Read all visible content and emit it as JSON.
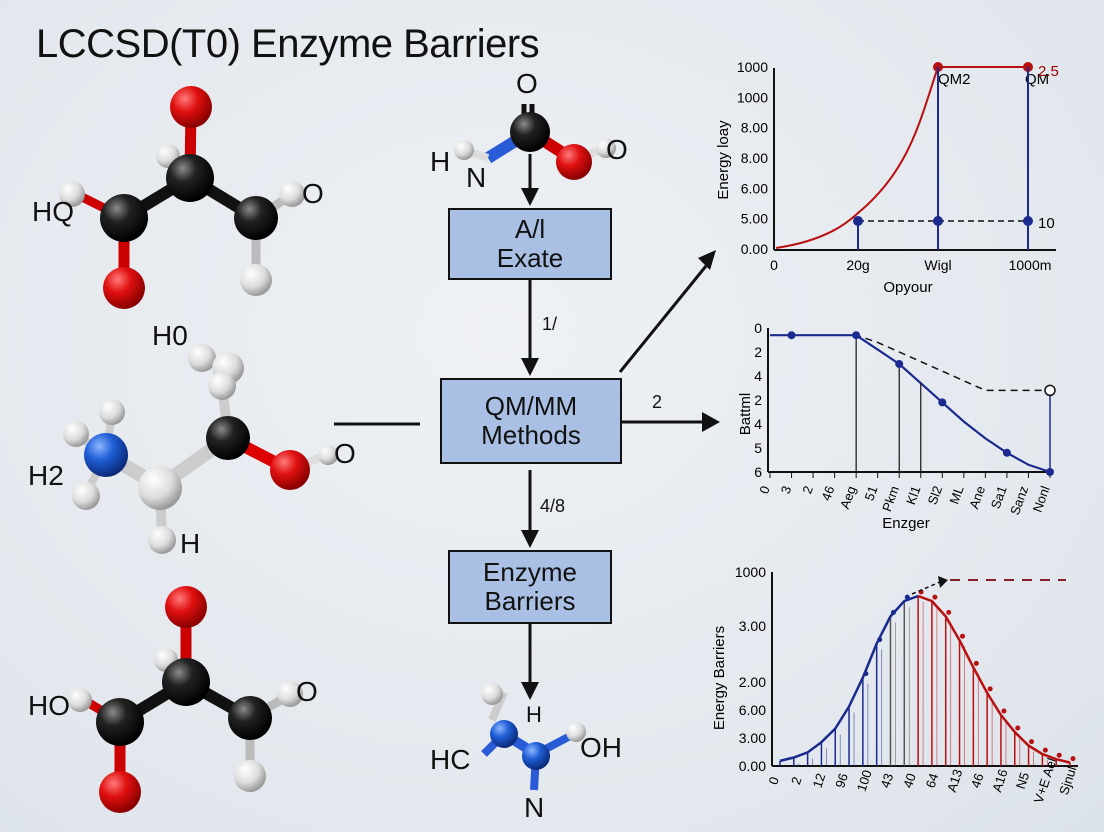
{
  "title": "LCCSD(T0) Enzyme Barriers",
  "molecule_labels": {
    "top": {
      "left": "HQ",
      "right": "O"
    },
    "middle": {
      "top": "H0",
      "left": "H2",
      "bottom": "H",
      "right": "O"
    },
    "bottom": {
      "left": "HO",
      "right": "O"
    },
    "center_top": {
      "o": "O",
      "h": "H",
      "n": "N",
      "o2": "O"
    },
    "center_bottom": {
      "h": "H",
      "hc": "HC",
      "oh": "OH",
      "n": "N"
    }
  },
  "flow": {
    "box1": {
      "line1": "A/l",
      "line2": "Exate"
    },
    "box2": {
      "line1": "QM/MM",
      "line2": "Methods"
    },
    "box3": {
      "line1": "Enzyme",
      "line2": "Barriers"
    },
    "label_1": "1/",
    "label_2": "2",
    "label_3": "4/8"
  },
  "chart_data": [
    {
      "type": "line",
      "xlabel": "Opyour",
      "ylabel": "Energy loay",
      "y_tick_labels": [
        "0.00",
        "5.00",
        "6.00",
        "8.00",
        "8.00",
        "1000",
        "1000"
      ],
      "x_tick_labels": [
        "0",
        "20g",
        "Wigl",
        "1000m"
      ],
      "annotations": [
        "QM2",
        "QM",
        "2.5",
        "10"
      ],
      "series": [
        {
          "x": [
            0,
            20,
            40,
            60,
            80,
            100
          ],
          "values": [
            0.0,
            0.3,
            1.0,
            2.0,
            3.2,
            6.0
          ]
        },
        {
          "x": [
            0,
            20,
            60,
            100
          ],
          "values": [
            0.0,
            1.0,
            1.0,
            1.0
          ]
        }
      ]
    },
    {
      "type": "line",
      "xlabel": "Enzger",
      "ylabel": "Battml",
      "y_tick_labels": [
        "0",
        "2",
        "4",
        "2",
        "4",
        "5",
        "6"
      ],
      "x_tick_labels": [
        "0",
        "3",
        "2",
        "46",
        "Aeg",
        "51",
        "Pkm",
        "Kl1",
        "Sl2",
        "ML",
        "Ane",
        "Sa1",
        "Sanz",
        "Nonl"
      ],
      "series": [
        {
          "x": [
            0,
            1,
            2,
            3,
            4,
            5,
            6,
            7,
            8,
            9,
            10,
            11,
            12,
            13
          ],
          "values": [
            5.7,
            5.7,
            5.7,
            5.7,
            5.7,
            5.1,
            4.5,
            3.7,
            2.9,
            2.1,
            1.4,
            0.8,
            0.3,
            0.0
          ]
        },
        {
          "x": [
            0,
            4,
            5,
            6,
            7,
            8,
            9,
            10,
            11,
            12,
            13
          ],
          "values": [
            5.7,
            5.7,
            5.4,
            5.0,
            4.6,
            4.2,
            3.8,
            3.4,
            3.4,
            3.4,
            3.4
          ]
        }
      ]
    },
    {
      "type": "bar",
      "ylabel": "Energy Barriers",
      "y_tick_labels": [
        "0.00",
        "3.00",
        "6.00",
        "2.00",
        "3.00",
        "1000"
      ],
      "x_tick_labels": [
        "0",
        "2",
        "12",
        "96",
        "100",
        "43",
        "40",
        "64",
        "A13",
        "46",
        "A16",
        "N5",
        "V+E Ael",
        "Sjnul"
      ],
      "values": [
        0.03,
        0.05,
        0.08,
        0.14,
        0.22,
        0.35,
        0.52,
        0.72,
        0.88,
        0.97,
        1.0,
        0.97,
        0.88,
        0.74,
        0.58,
        0.43,
        0.3,
        0.2,
        0.12,
        0.07,
        0.04,
        0.02
      ]
    }
  ]
}
